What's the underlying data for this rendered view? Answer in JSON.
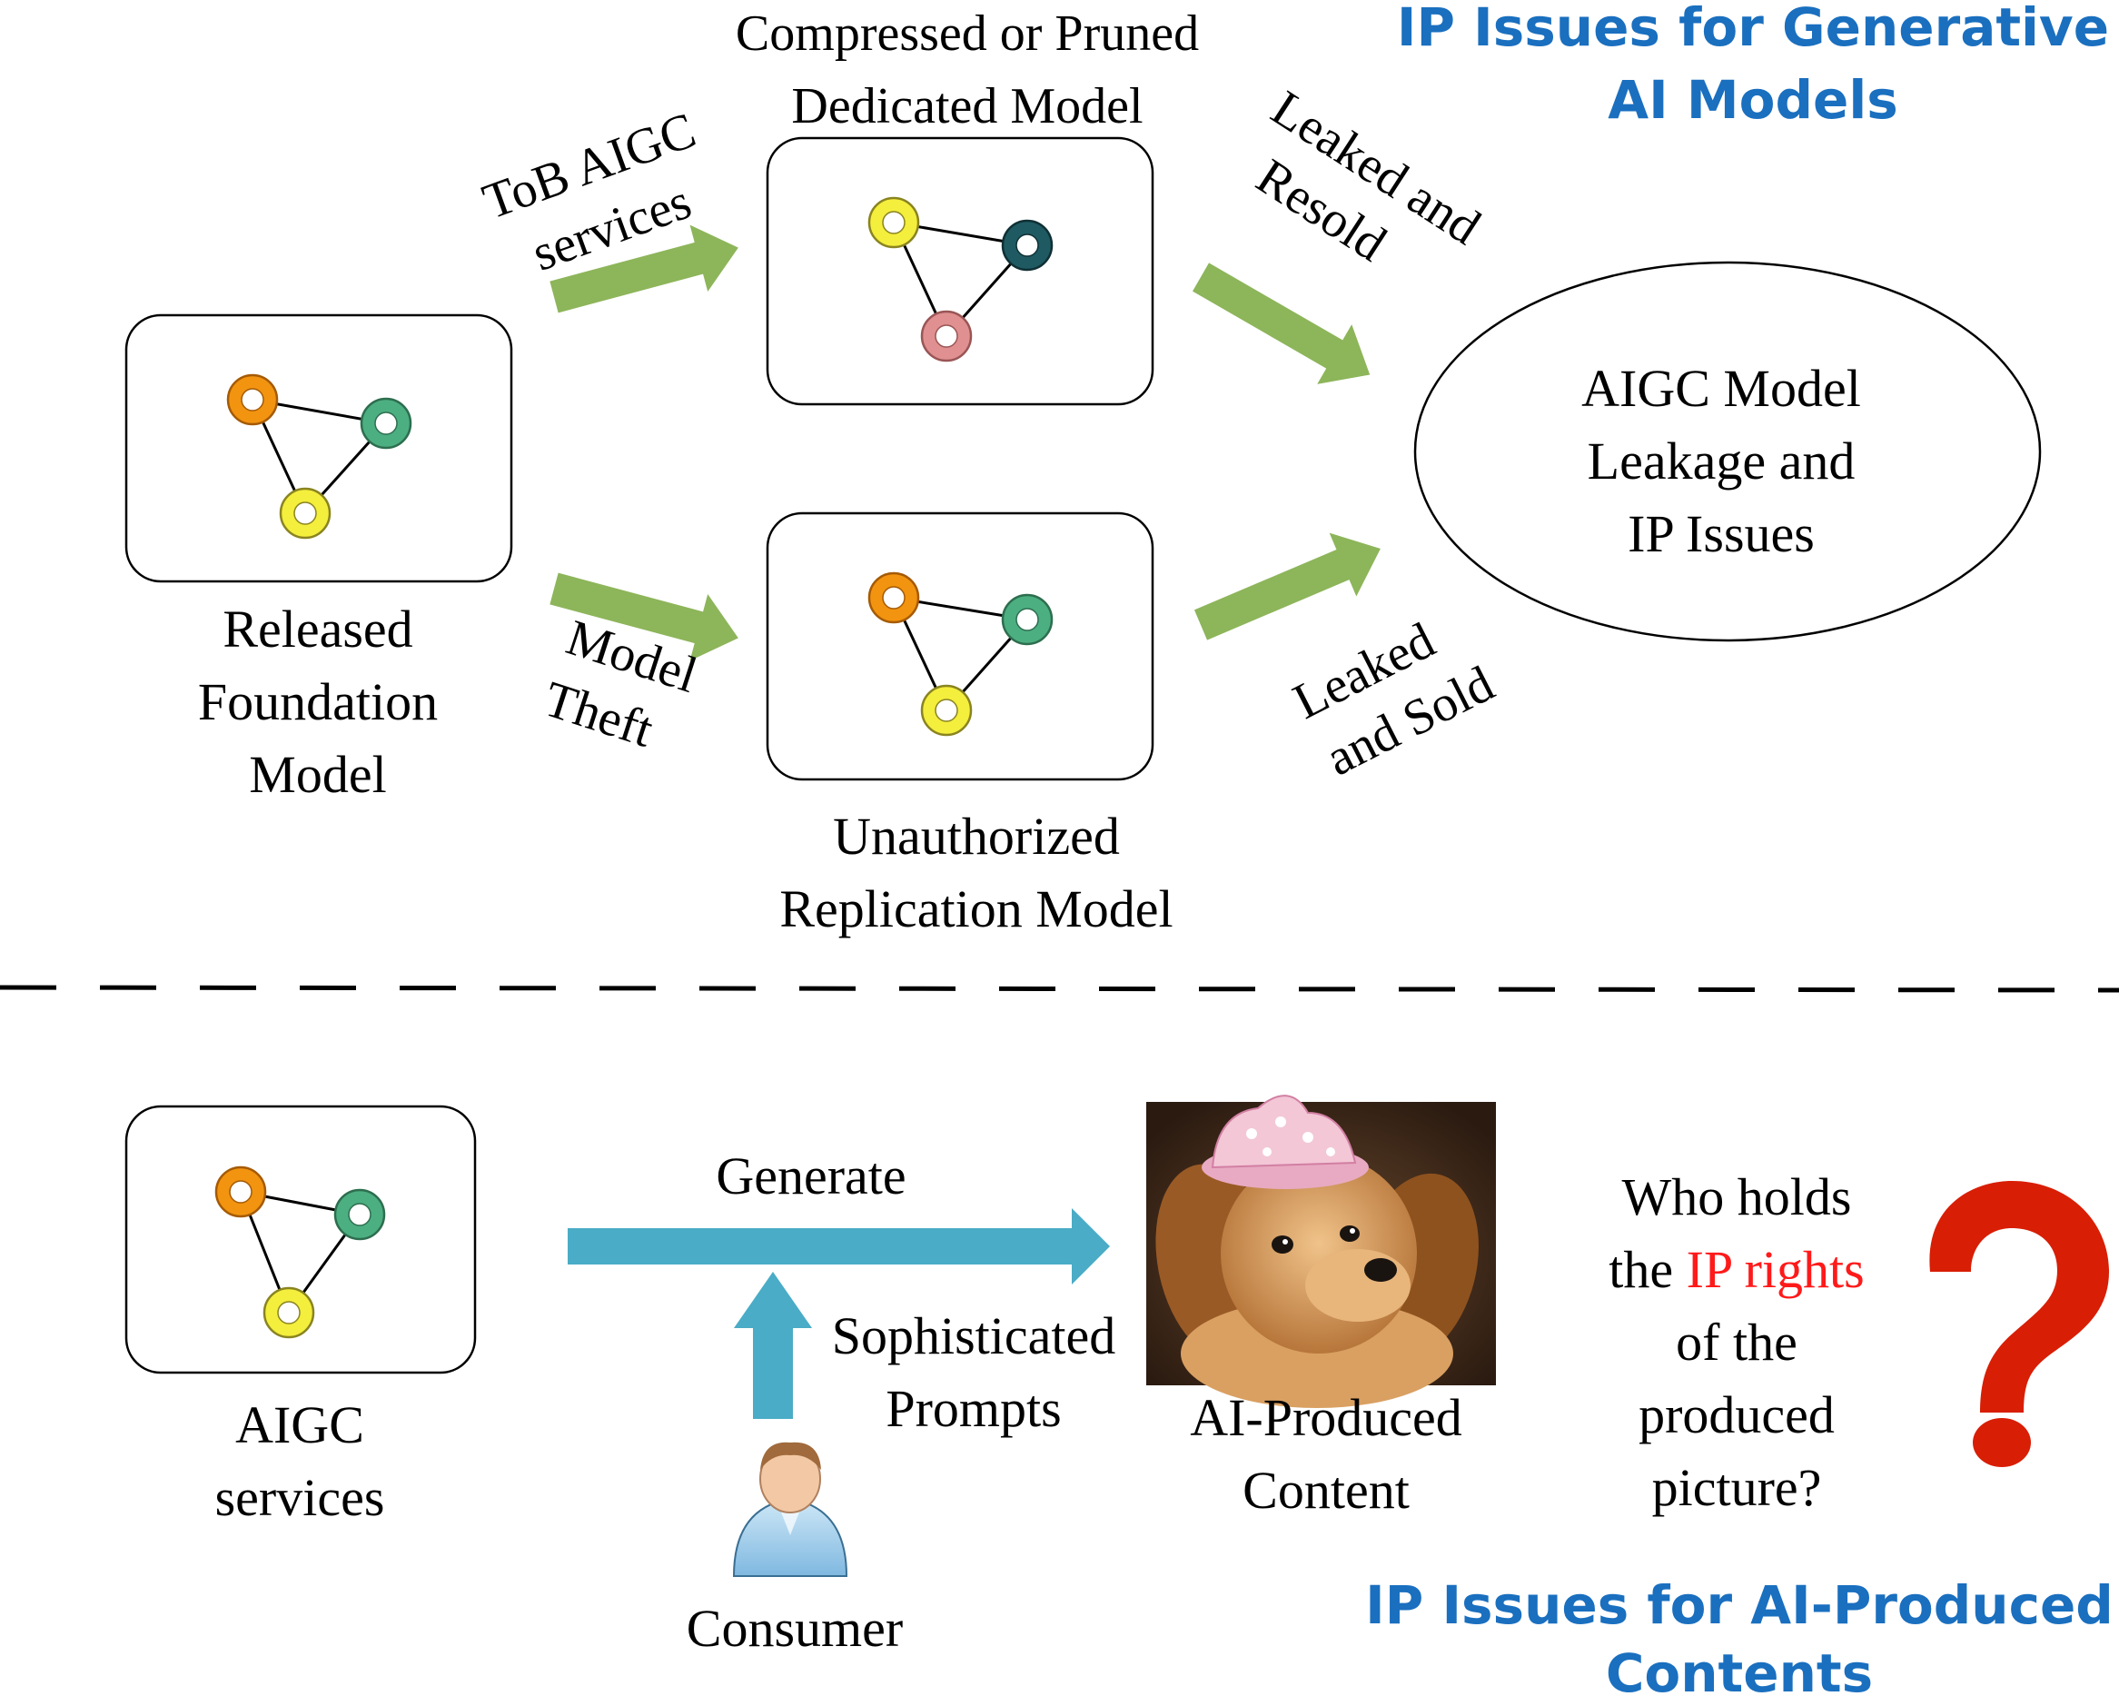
{
  "headings": {
    "top": [
      "IP Issues for Generative",
      "AI Models"
    ],
    "bottom": [
      "IP Issues for AI-Produced",
      "Contents"
    ]
  },
  "top_section": {
    "released_model": [
      "Released",
      "Foundation",
      "Model"
    ],
    "compressed_model": [
      "Compressed or Pruned",
      "Dedicated Model"
    ],
    "replication_model": [
      "Unauthorized",
      "Replication Model"
    ],
    "tob_arrow": [
      "ToB AIGC",
      "services"
    ],
    "theft_arrow": [
      "Model",
      "Theft"
    ],
    "resold_arrow": [
      "Leaked and",
      "Resold"
    ],
    "sold_arrow": [
      "Leaked",
      "and Sold"
    ],
    "ellipse": [
      "AIGC Model",
      "Leakage and",
      "IP Issues"
    ]
  },
  "bottom_section": {
    "aigc_services": [
      "AIGC",
      "services"
    ],
    "generate": "Generate",
    "prompts": [
      "Sophisticated",
      "Prompts"
    ],
    "consumer": "Consumer",
    "content": [
      "AI-Produced",
      "Content"
    ],
    "question": {
      "line1": "Who holds",
      "line2_before": "the ",
      "line2_highlight": "IP rights",
      "line3": "of the",
      "line4": "produced",
      "line5": "picture?"
    }
  },
  "colors": {
    "heading": "#1a6fbf",
    "green_arrow": "#8db55a",
    "blue_arrow": "#4aacc6",
    "highlight": "#ff1a1a",
    "question_mark": "#d81e05",
    "node_orange": "#f2940f",
    "node_green": "#4caf82",
    "node_yellow": "#f4ee3d",
    "node_dark_teal": "#1f5a62",
    "node_pink": "#e09090"
  },
  "icons": [
    "network-graph-icon",
    "person-icon",
    "question-mark-icon",
    "dog-photo"
  ]
}
